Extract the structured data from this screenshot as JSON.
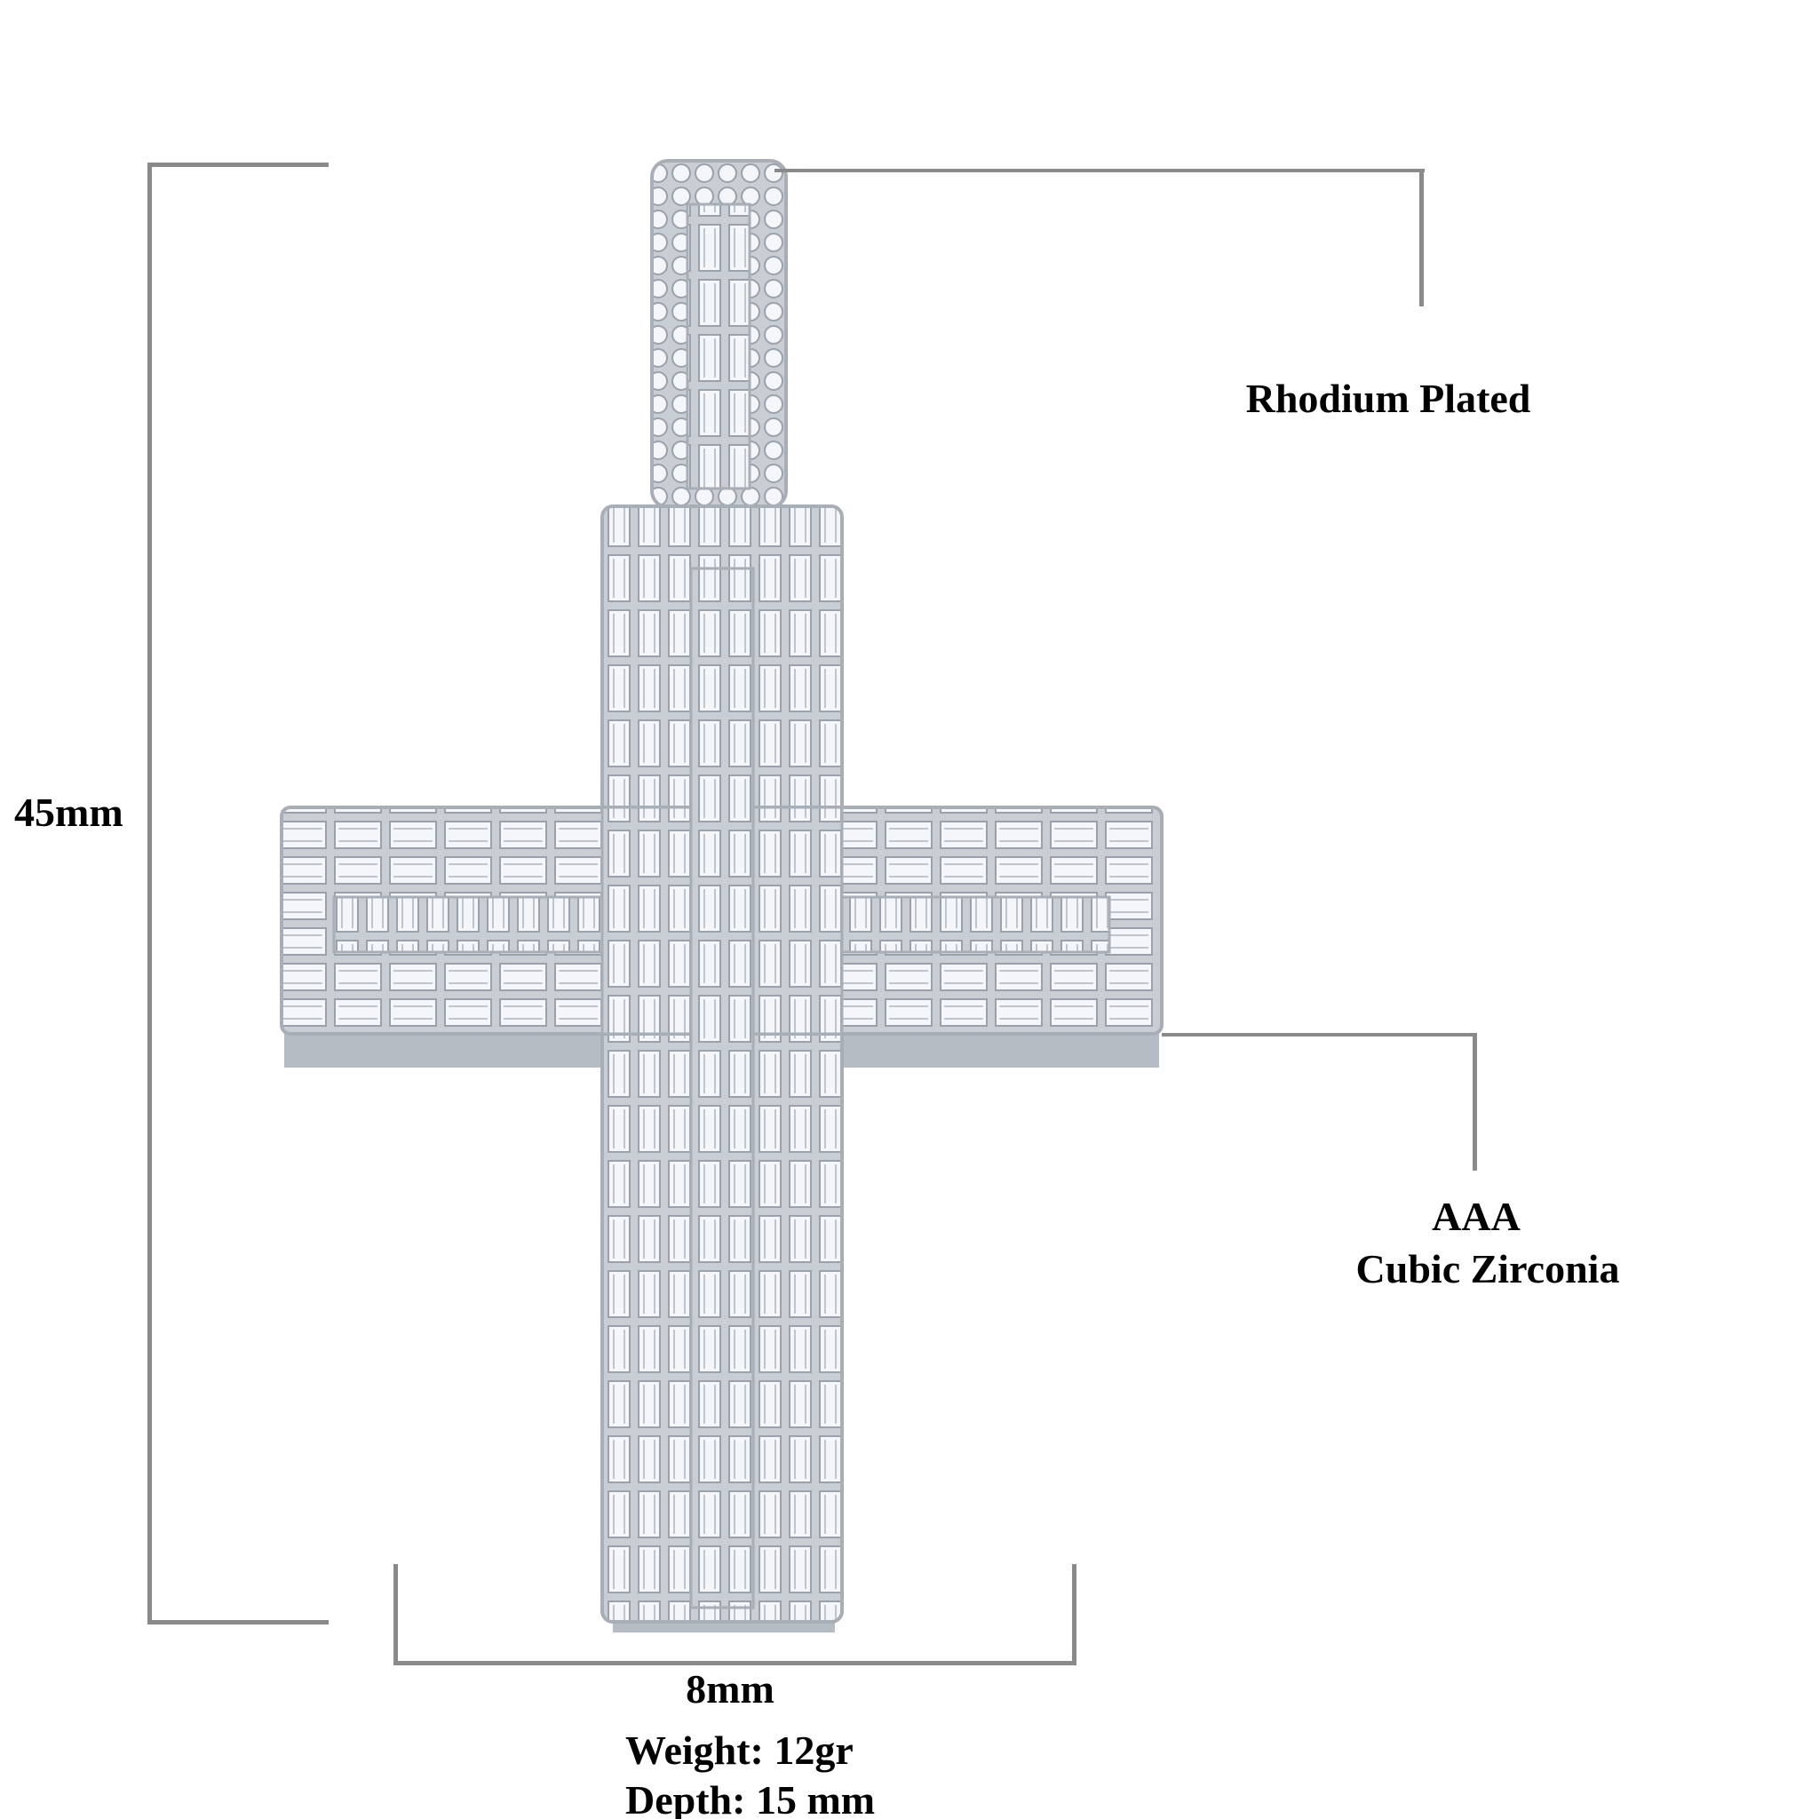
{
  "product": {
    "height_label": "45mm",
    "width_label": "8mm",
    "plating_label": "Rhodium Plated",
    "stone_grade": "AAA",
    "stone_type": "Cubic Zirconia",
    "weight": "Weight: 12gr",
    "depth": "Depth: 15 mm"
  },
  "colors": {
    "line": "#8a8a8a",
    "metal": "#d9dde2",
    "stone": "#f3f5f8"
  }
}
